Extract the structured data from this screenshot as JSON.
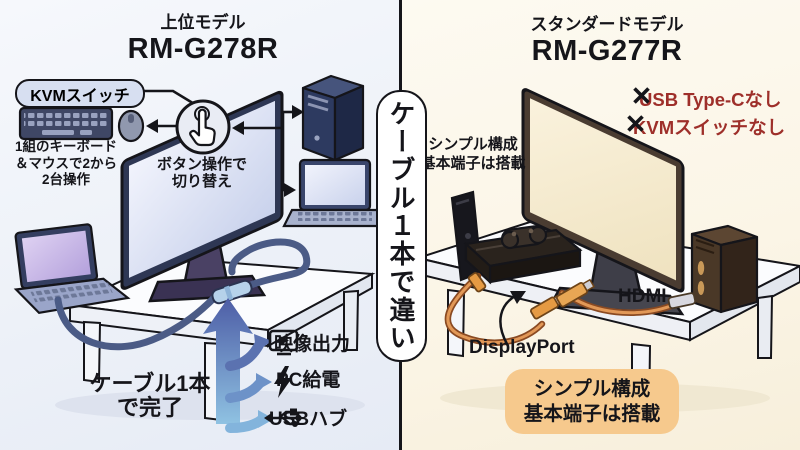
{
  "divider": {
    "label": "ケーブル１本で違い"
  },
  "left": {
    "model_type": "上位モデル",
    "model_name": "RM-G278R",
    "kvm_switch_label": "KVMスイッチ",
    "kvm_note": {
      "line1": "1組のキーボード",
      "line2": "＆マウスで2から",
      "line3": "2台操作"
    },
    "button_note": {
      "line1": "ボタン操作で",
      "line2": "切り替え"
    },
    "cable_note": {
      "line1": "ケーブル1本",
      "line2": "で完了"
    },
    "features": [
      {
        "icon": "video-output-icon",
        "label": "映像出力"
      },
      {
        "icon": "pc-power-icon",
        "label": "PC給電"
      },
      {
        "icon": "usb-hub-icon",
        "label": "USBハブ"
      }
    ]
  },
  "right": {
    "model_type": "スタンダードモデル",
    "model_name": "RM-G277R",
    "missing": [
      {
        "mark": "✕",
        "label": "USB Type-Cなし"
      },
      {
        "mark": "✕",
        "label": "KVMスイッチなし"
      }
    ],
    "ports_note": {
      "line1": "シンプル構成",
      "line2": "基本端子は搭載"
    },
    "hdmi_label": "HDMI",
    "displayport_label": "DisplayPort",
    "highlight": {
      "line1": "シンプル構成",
      "line2": "基本端子は搭載"
    }
  },
  "colors": {
    "missing_red": "#9e2f2a",
    "arrow_blue_top": "#4d5da6",
    "arrow_blue_bottom": "#8fc2e2",
    "cable_orange": "#c77a3e",
    "highlight_bg": "#f6c98d"
  }
}
